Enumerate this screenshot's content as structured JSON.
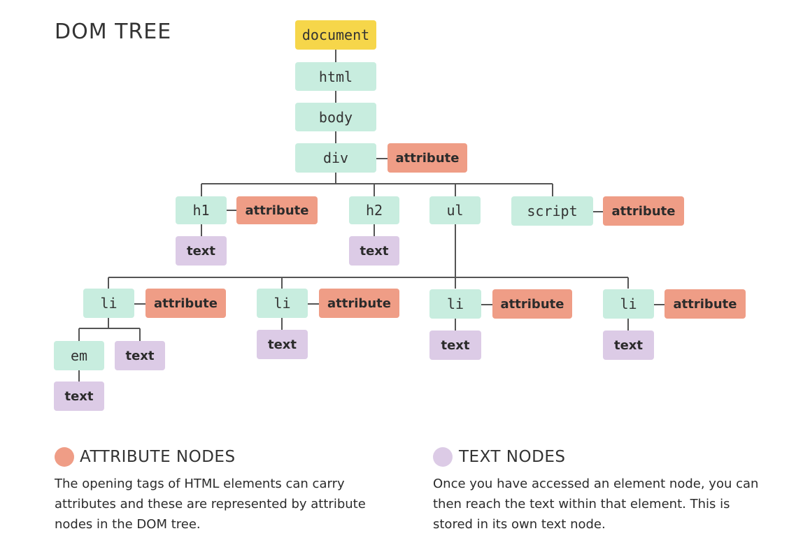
{
  "title": "DOM TREE",
  "colors": {
    "document": "#f6d64a",
    "element": "#c8eddf",
    "attribute": "#ef9d86",
    "text": "#dccbe6",
    "connector": "#555555"
  },
  "nodes": {
    "document": "document",
    "html": "html",
    "body": "body",
    "div": "div",
    "div_attribute": "attribute",
    "h1": "h1",
    "h1_attribute": "attribute",
    "h1_text": "text",
    "h2": "h2",
    "h2_text": "text",
    "ul": "ul",
    "script": "script",
    "script_attribute": "attribute",
    "li_1": "li",
    "li_1_attribute": "attribute",
    "em": "em",
    "em_text": "text",
    "li_1_text": "text",
    "li_2": "li",
    "li_2_attribute": "attribute",
    "li_2_text": "text",
    "li_3": "li",
    "li_3_attribute": "attribute",
    "li_3_text": "text",
    "li_4": "li",
    "li_4_attribute": "attribute",
    "li_4_text": "text"
  },
  "legend": {
    "attribute": {
      "title": "ATTRIBUTE NODES",
      "description": "The opening tags of HTML elements can carry attributes and these are represented by attribute nodes in the DOM tree."
    },
    "text": {
      "title": "TEXT NODES",
      "description": "Once you have accessed an element node, you can then reach the text within that element. This is stored in its own text node."
    }
  }
}
